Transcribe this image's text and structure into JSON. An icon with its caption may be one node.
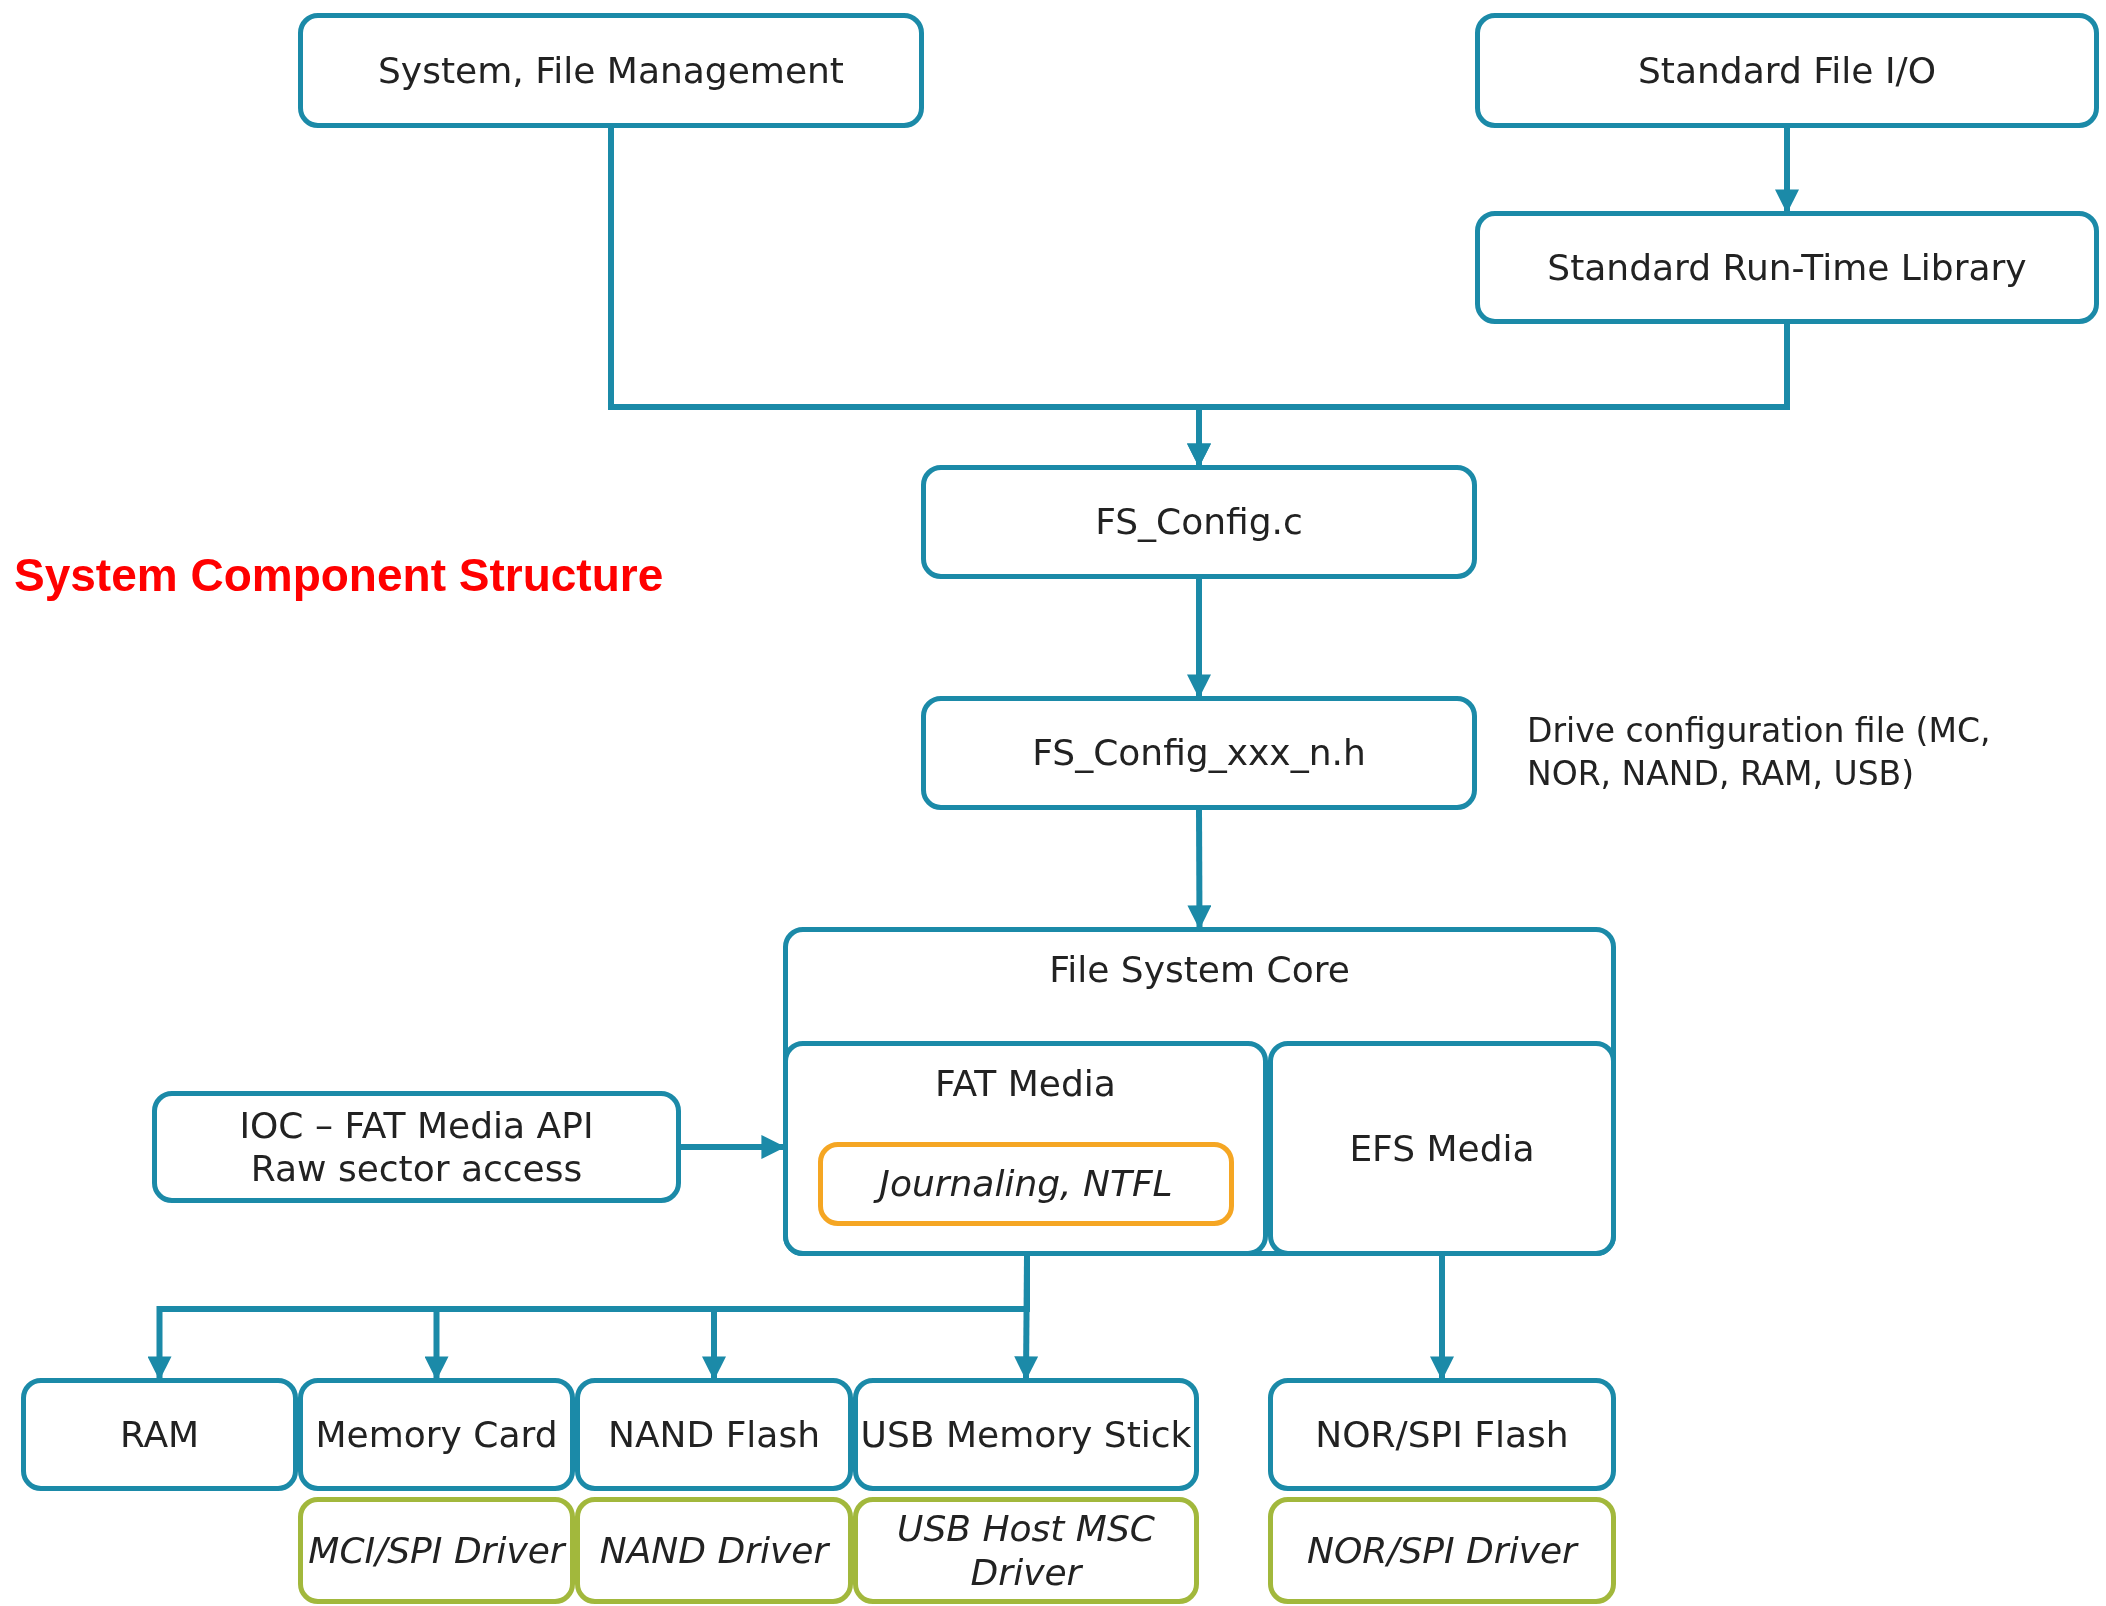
{
  "diagram": {
    "title": "System Component Structure",
    "nodes": [
      {
        "text": [
          "System, File Management"
        ]
      },
      {
        "text": [
          "Standard File I/O"
        ]
      },
      {
        "text": [
          "Standard Run-Time Library"
        ]
      },
      {
        "text": [
          "FS_Config.c"
        ]
      },
      {
        "text": [
          "FS_Config_xxx_n.h"
        ],
        "beside": [
          "Drive configuration file (MC, NOR, NAND, RAM, USB)"
        ]
      },
      {
        "text": [
          "File System Core"
        ]
      },
      {
        "text": [
          "FAT Media"
        ],
        "in": 5
      },
      {
        "text": [
          "Journaling, NTFL"
        ],
        "in": 6
      },
      {
        "text": [
          "EFS Media"
        ],
        "in": 5
      },
      {
        "text": [
          "IOC – FAT Media API",
          "Raw sector access"
        ]
      },
      {
        "text": [
          "RAM"
        ]
      },
      {
        "text": [
          "Memory Card"
        ]
      },
      {
        "text": [
          "NAND Flash"
        ]
      },
      {
        "text": [
          "USB Memory Stick"
        ]
      },
      {
        "text": [
          "NOR/SPI Flash"
        ]
      },
      {
        "text": [
          "MCI/SPI Driver"
        ]
      },
      {
        "text": [
          "NAND Driver"
        ]
      },
      {
        "text": [
          "USB Host MSC Driver"
        ]
      },
      {
        "text": [
          "NOR/SPI Driver"
        ]
      }
    ],
    "edges": [
      {
        "from": 0,
        "to": 3,
        "arrow": "to"
      },
      {
        "from": 2,
        "to": 3,
        "arrow": "to"
      },
      {
        "from": 1,
        "to": 2,
        "arrow": "to"
      },
      {
        "from": 3,
        "to": 4,
        "arrow": "to"
      },
      {
        "from": 4,
        "to": 5,
        "arrow": "to"
      },
      {
        "from": 9,
        "to": 6,
        "arrow": "to"
      },
      {
        "from": 6,
        "to": 10,
        "arrow": "to"
      },
      {
        "from": 6,
        "to": 11,
        "arrow": "to"
      },
      {
        "from": 6,
        "to": 12,
        "arrow": "to"
      },
      {
        "from": 6,
        "to": 13,
        "arrow": "to"
      },
      {
        "from": 8,
        "to": 14,
        "arrow": "to"
      }
    ]
  }
}
